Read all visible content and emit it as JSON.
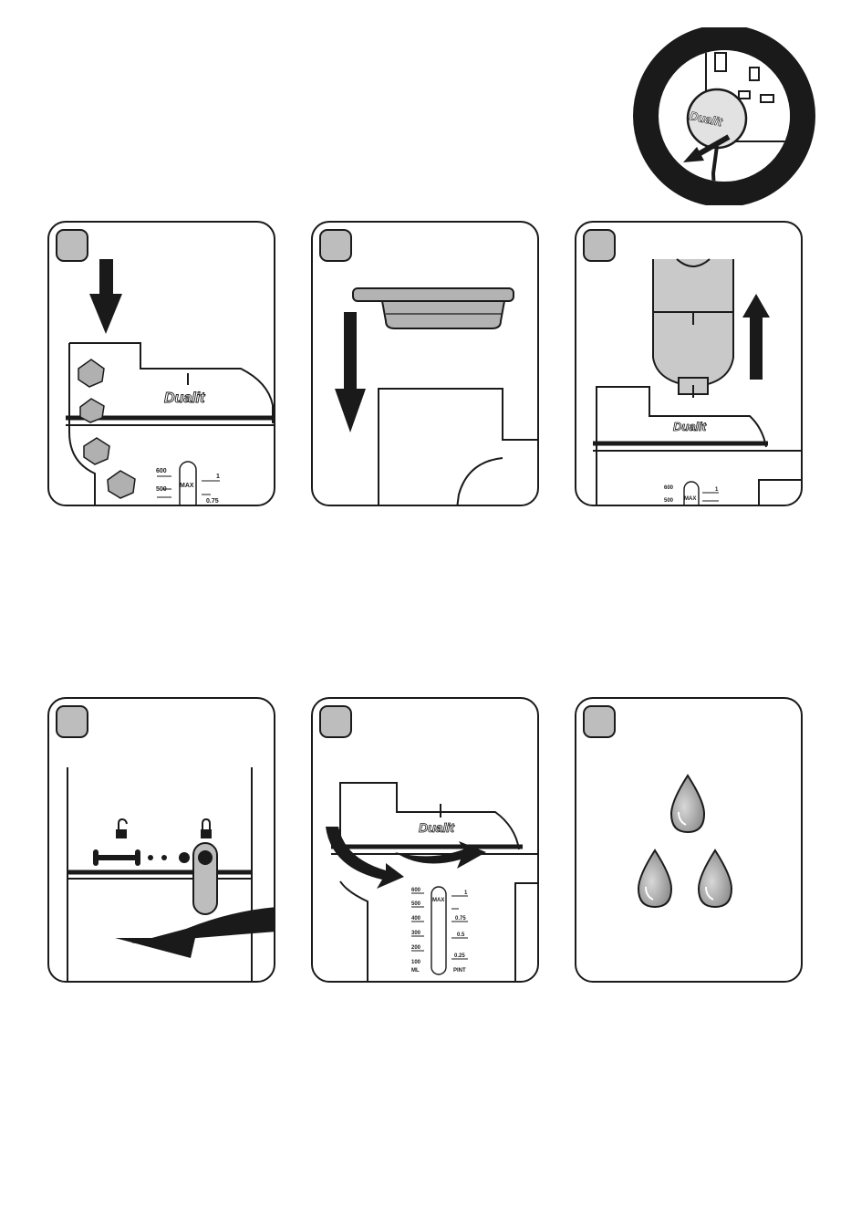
{
  "brand": {
    "name": "Dualit"
  },
  "scale": {
    "ml_short": [
      "600",
      "500"
    ],
    "ml_full": [
      "600",
      "500",
      "400",
      "300",
      "200",
      "100"
    ],
    "ml_unit": "ML",
    "max": "MAX",
    "pint_short": [
      "1",
      "0.75"
    ],
    "pint_full": [
      "1",
      "0.75",
      "0.5",
      "0.25"
    ],
    "pint_unit": "PINT"
  },
  "colors": {
    "outline": "#1a1a1a",
    "badge": "#bdbdbd",
    "ice": "#b0b0b0"
  }
}
